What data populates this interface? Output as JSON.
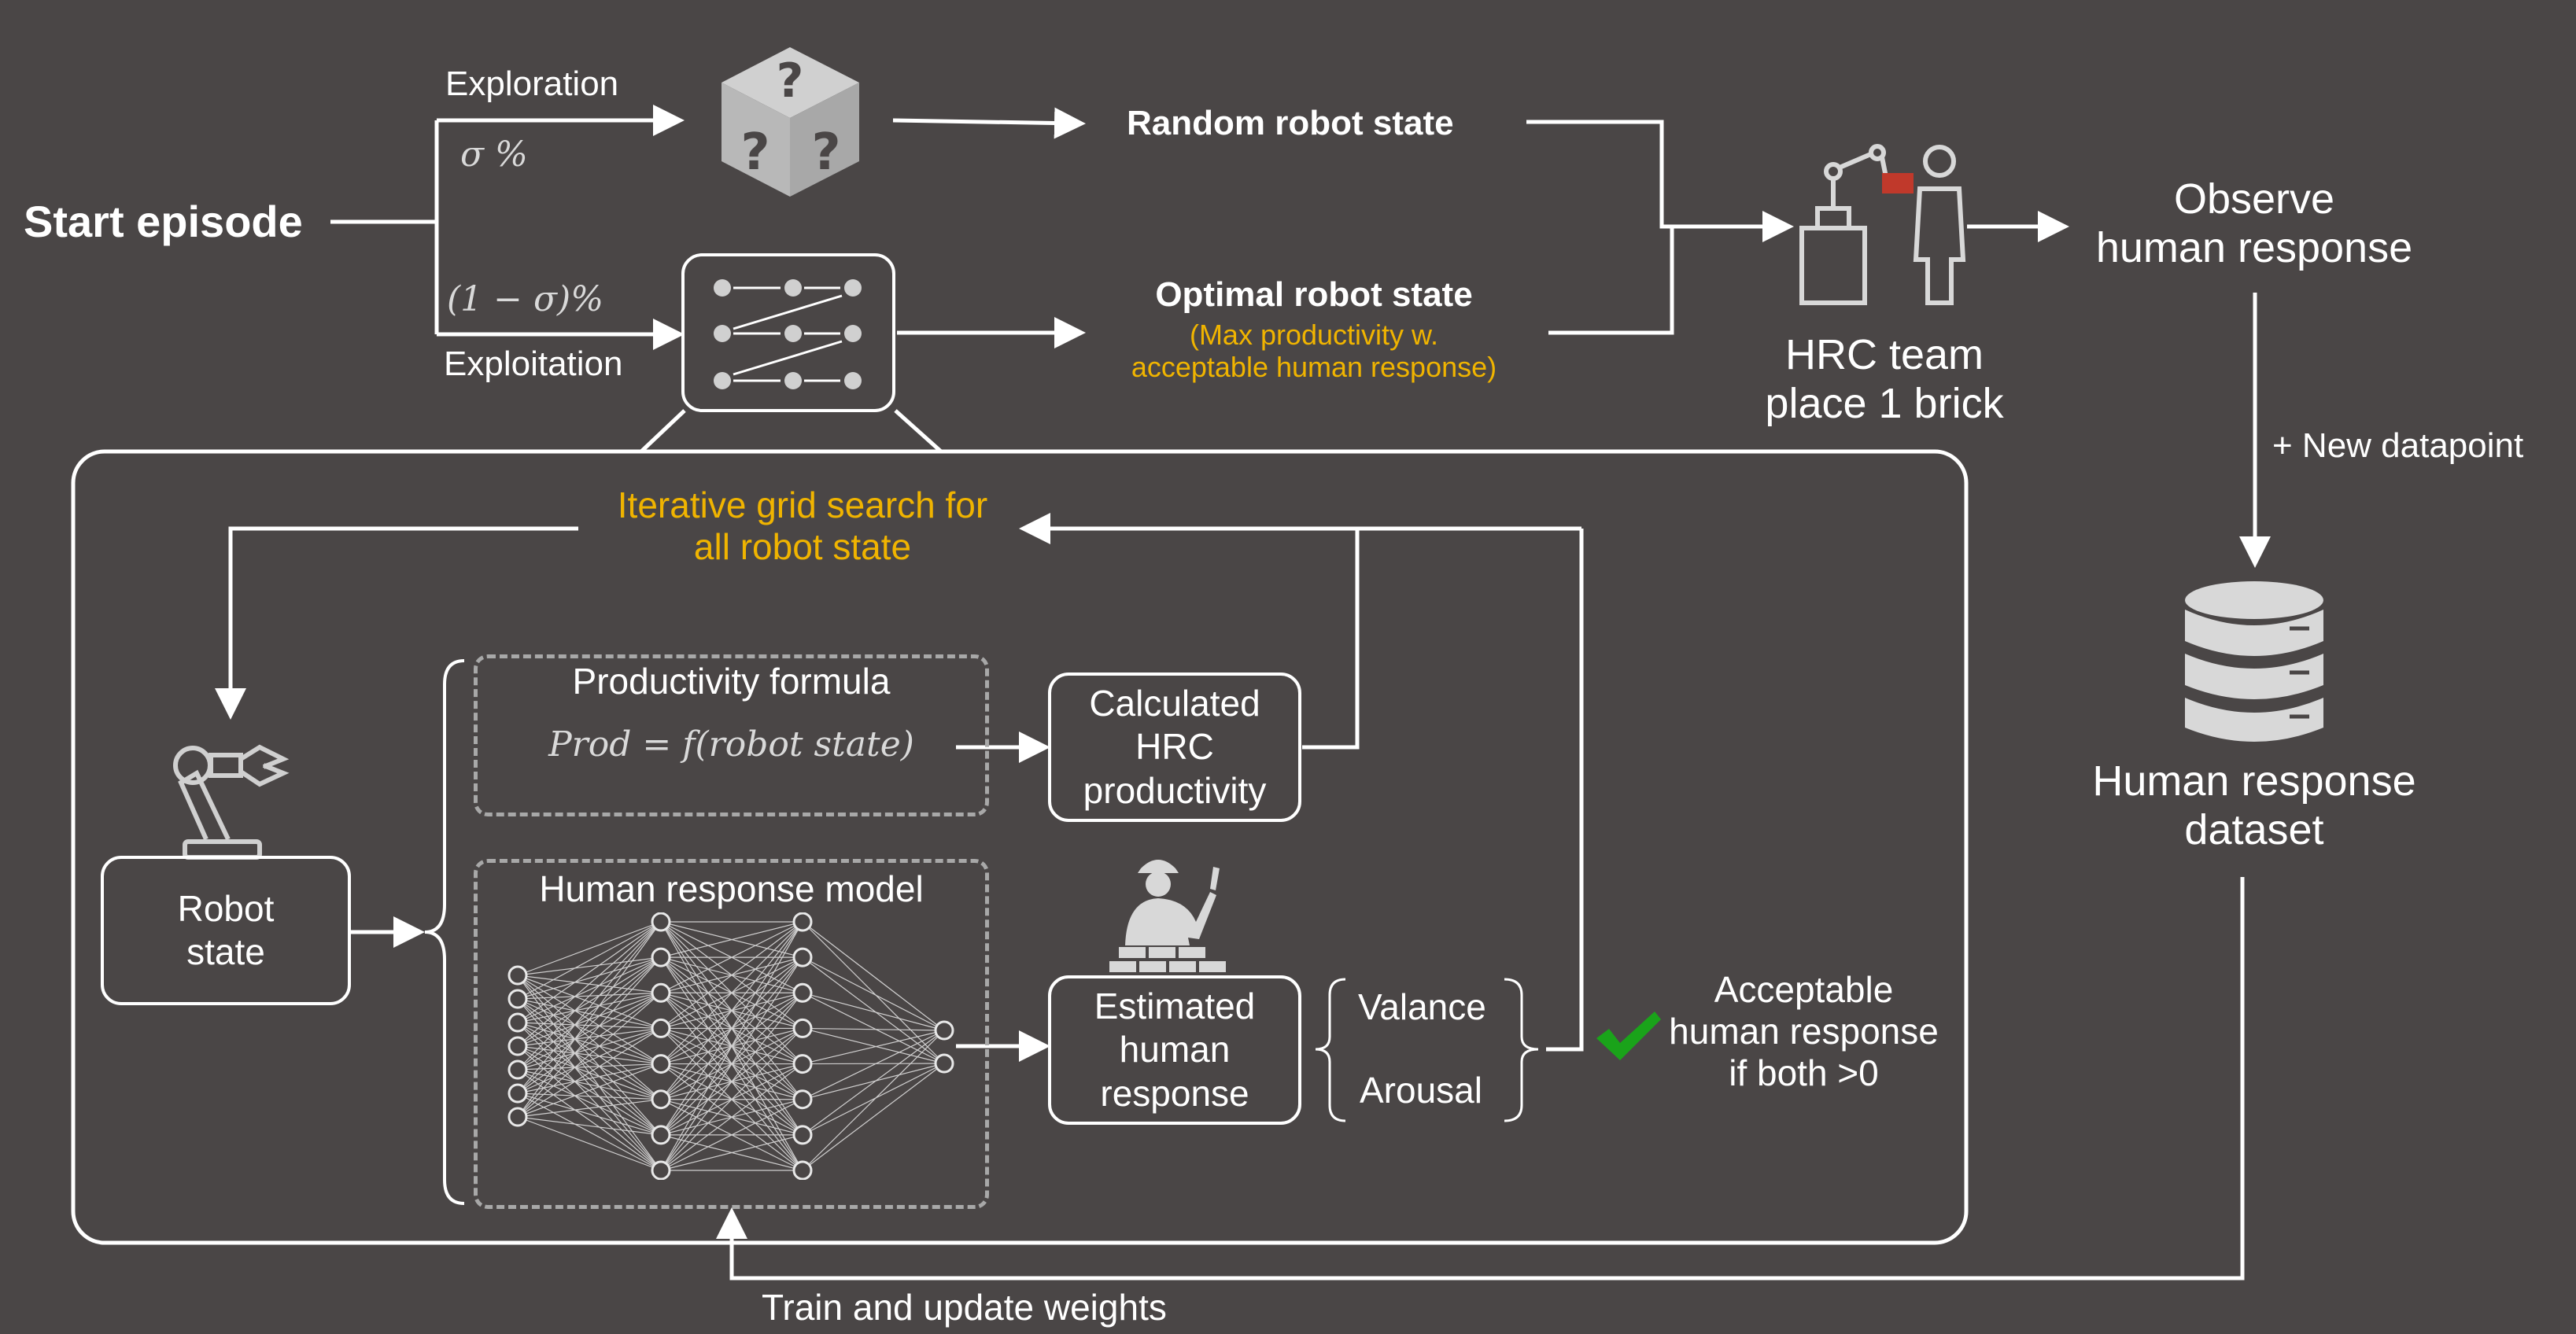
{
  "top": {
    "start_episode": "Start episode",
    "exploration": "Exploration",
    "sigma_pct": "σ %",
    "one_minus_sigma_pct": "(1 − σ)%",
    "exploitation": "Exploitation",
    "random_state": "Random robot state",
    "optimal_state": "Optimal robot state",
    "optimal_note": "(Max productivity w.\nacceptable human response)",
    "hrc_team": "HRC team\nplace 1 brick",
    "observe": "Observe\nhuman response",
    "new_datapoint": "+ New datapoint",
    "dataset": "Human response\ndataset"
  },
  "panel": {
    "grid_search": "Iterative grid search for\nall robot state",
    "robot_state": "Robot\nstate",
    "productivity_formula": "Productivity formula",
    "prod_equation": "Prod =  f(robot state)",
    "calculated": "Calculated\nHRC\nproductivity",
    "human_model": "Human response model",
    "estimated": "Estimated\nhuman\nresponse",
    "valance": "Valance",
    "arousal": "Arousal",
    "acceptable": "Acceptable\nhuman response\nif both >0",
    "train": "Train and update weights"
  },
  "icons": [
    "dice-icon",
    "grid-search-icon",
    "robot-worker-icon",
    "robot-arm-icon",
    "construction-worker-icon",
    "database-icon",
    "checkmark-icon",
    "neural-network-icon"
  ],
  "colors": {
    "background": "#4a4646",
    "accent": "#f0b400",
    "check": "#1aa31a",
    "line": "#ffffff"
  }
}
